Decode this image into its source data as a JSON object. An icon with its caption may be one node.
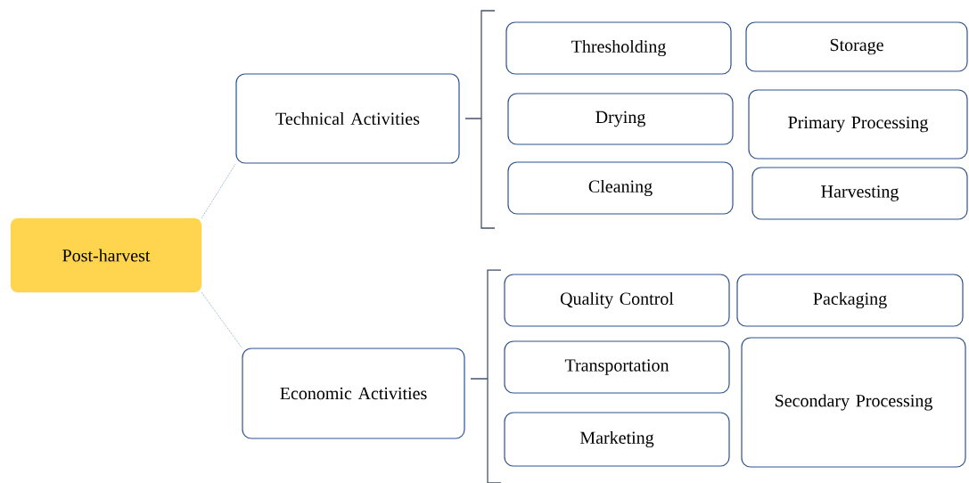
{
  "diagram": {
    "nodes": [
      {
        "text": [
          "Post-harvest"
        ]
      },
      {
        "text": [
          "Technical Activities"
        ]
      },
      {
        "text": [
          "Economic Activities"
        ]
      },
      {
        "text": [
          "Thresholding"
        ]
      },
      {
        "text": [
          "Storage"
        ]
      },
      {
        "text": [
          "Drying"
        ]
      },
      {
        "text": [
          "Primary Processing"
        ]
      },
      {
        "text": [
          "Cleaning"
        ]
      },
      {
        "text": [
          "Harvesting"
        ]
      },
      {
        "text": [
          "Quality Control"
        ]
      },
      {
        "text": [
          "Packaging"
        ]
      },
      {
        "text": [
          "Transportation"
        ]
      },
      {
        "text": [
          "Secondary Processing"
        ]
      },
      {
        "text": [
          "Marketing"
        ]
      }
    ],
    "edges": [
      {
        "from": 0,
        "to": 1,
        "arrow": "none",
        "style": "dashed"
      },
      {
        "from": 0,
        "to": 2,
        "arrow": "none",
        "style": "dashed"
      }
    ]
  }
}
